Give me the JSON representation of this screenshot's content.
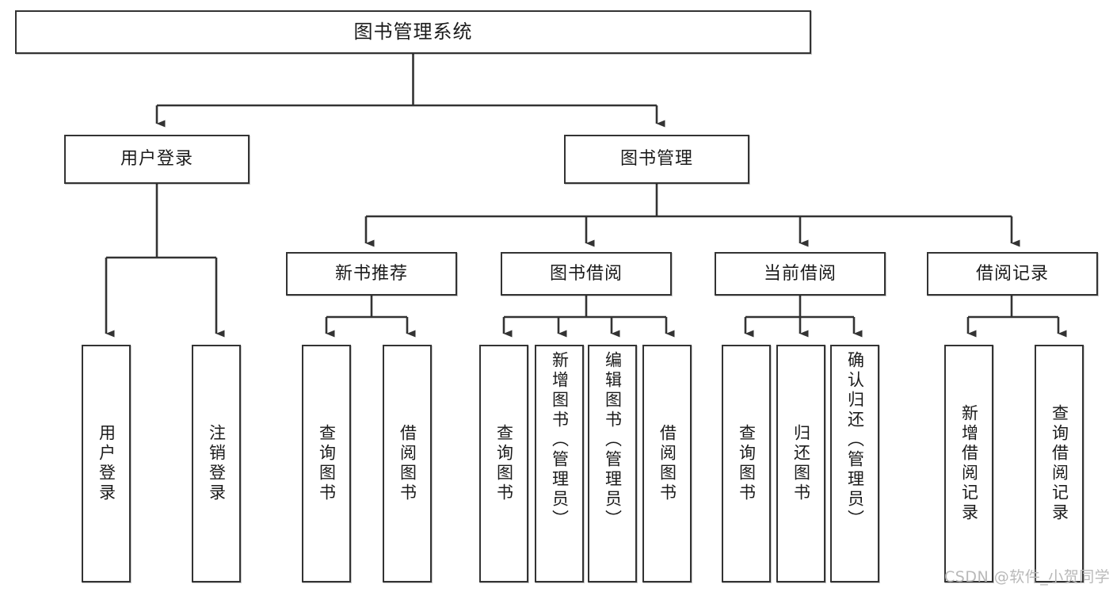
{
  "diagram": {
    "title": "图书管理系统",
    "type": "tree-hierarchy-diagram",
    "colors": {
      "box_border": "#333333",
      "box_fill": "#ffffff",
      "connector": "#333333",
      "text": "#1b1b1b",
      "watermark": "#b9b9b9",
      "background": "#ffffff"
    },
    "root": {
      "label": "图书管理系统"
    },
    "level2": [
      {
        "label": "用户登录"
      },
      {
        "label": "图书管理"
      }
    ],
    "level3": [
      {
        "label": "新书推荐"
      },
      {
        "label": "图书借阅"
      },
      {
        "label": "当前借阅"
      },
      {
        "label": "借阅记录"
      }
    ],
    "leaves": {
      "user_login": [
        {
          "label": "用户登录"
        },
        {
          "label": "注销登录"
        }
      ],
      "new_book_recommend": [
        {
          "label": "查询图书"
        },
        {
          "label": "借阅图书"
        }
      ],
      "book_borrow": [
        {
          "label": "查询图书"
        },
        {
          "label": "新增图书（管理员）"
        },
        {
          "label": "编辑图书（管理员）"
        },
        {
          "label": "借阅图书"
        }
      ],
      "current_borrow": [
        {
          "label": "查询图书"
        },
        {
          "label": "归还图书"
        },
        {
          "label": "确认归还（管理员）"
        }
      ],
      "borrow_record": [
        {
          "label": "新增借阅记录"
        },
        {
          "label": "查询借阅记录"
        }
      ]
    }
  },
  "watermark": {
    "text": "CSDN @软件_小贺同学"
  }
}
